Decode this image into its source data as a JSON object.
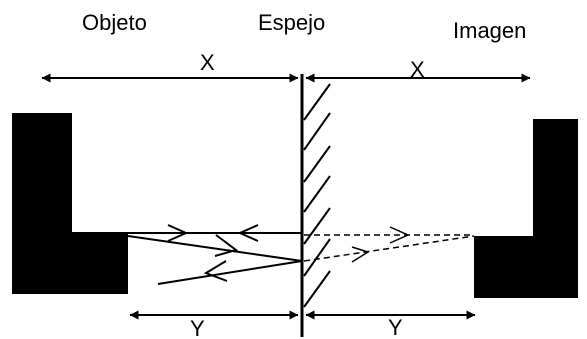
{
  "labels": {
    "object": "Objeto",
    "mirror": "Espejo",
    "image": "Imagen",
    "distance_x_left": "X",
    "distance_x_right": "X",
    "distance_y_left": "Y",
    "distance_y_right": "Y"
  },
  "colors": {
    "ink": "#000000",
    "background": "#ffffff"
  }
}
